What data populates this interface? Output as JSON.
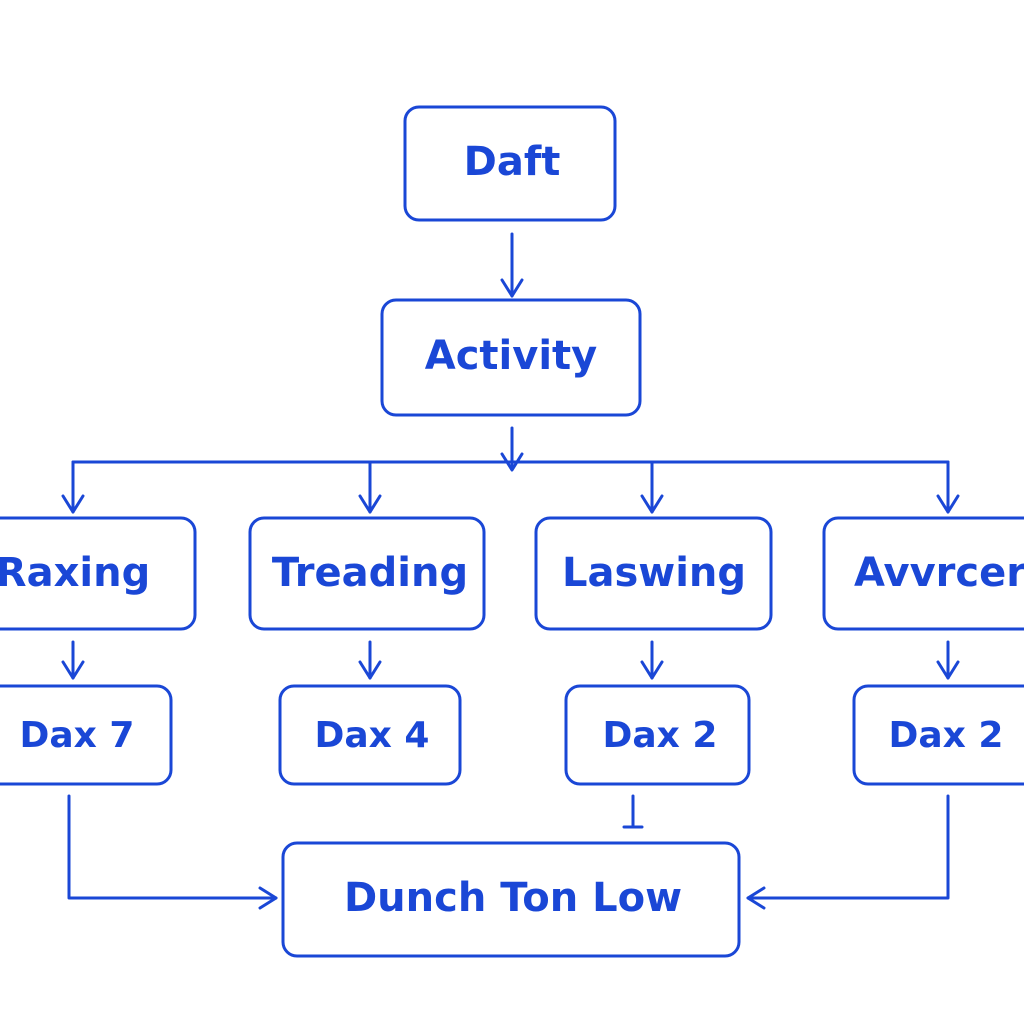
{
  "colors": {
    "accent": "#1a47d6",
    "background": "#ffffff"
  },
  "nodes": {
    "draft": "Daft",
    "activity": "Activity",
    "branches": [
      {
        "label": "Raxing",
        "sub": "Dax 7"
      },
      {
        "label": "Treading",
        "sub": "Dax 4"
      },
      {
        "label": "Laswing",
        "sub": "Dax 2"
      },
      {
        "label": "Avvrcer",
        "sub": "Dax 2"
      }
    ],
    "final": "Dunch Ton Low"
  }
}
